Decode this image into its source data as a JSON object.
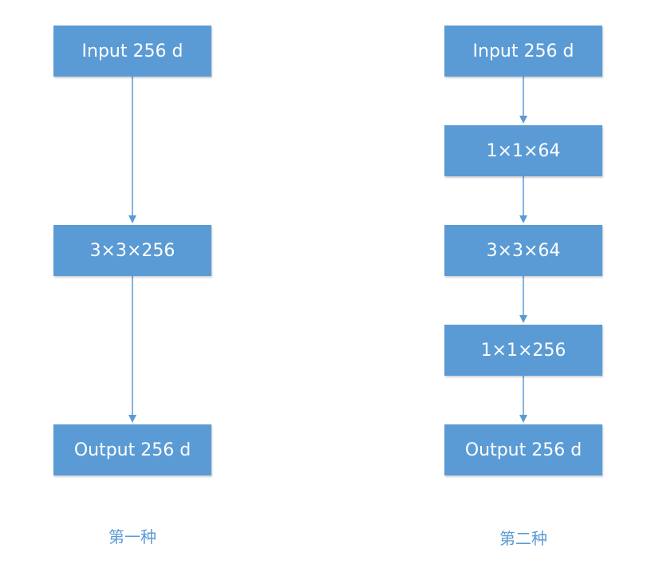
{
  "left_flow": {
    "input": "Input 256 d",
    "conv": "3×3×256",
    "output": "Output 256 d",
    "caption": "第一种"
  },
  "right_flow": {
    "input": "Input 256 d",
    "conv1": "1×1×64",
    "conv2": "3×3×64",
    "conv3": "1×1×256",
    "output": "Output 256 d",
    "caption": "第二种"
  },
  "colors": {
    "box_fill": "#5b9bd5",
    "arrow": "#5b9bd5",
    "caption_text": "#5b9bd5",
    "box_text": "#ffffff"
  }
}
